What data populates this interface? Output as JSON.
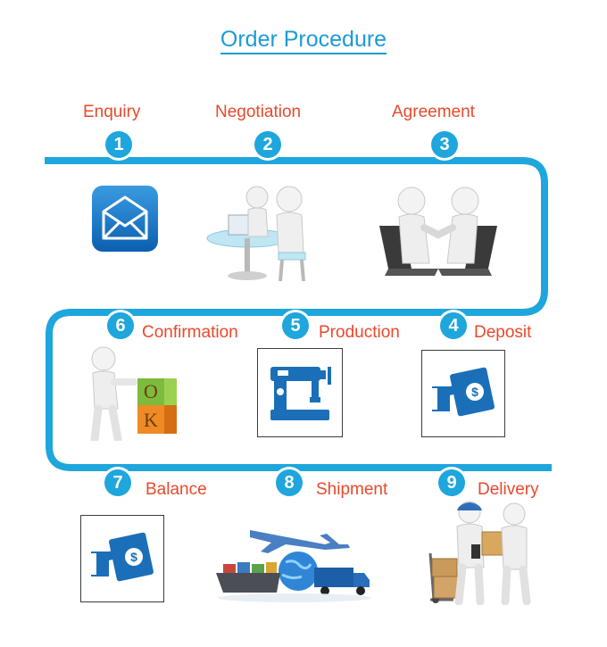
{
  "title": "Order Procedure",
  "colors": {
    "accent": "#1ea6dd",
    "label": "#e8492b",
    "icon": "#1b6fb8"
  },
  "steps": [
    {
      "num": "1",
      "label": "Enquiry",
      "icon": "mail-envelope-icon"
    },
    {
      "num": "2",
      "label": "Negotiation",
      "icon": "people-meeting-icon"
    },
    {
      "num": "3",
      "label": "Agreement",
      "icon": "handshake-laptops-icon"
    },
    {
      "num": "4",
      "label": "Deposit",
      "icon": "payment-hand-icon"
    },
    {
      "num": "5",
      "label": "Production",
      "icon": "sewing-machine-icon"
    },
    {
      "num": "6",
      "label": "Confirmation",
      "icon": "ok-blocks-icon"
    },
    {
      "num": "7",
      "label": "Balance",
      "icon": "payment-hand-icon"
    },
    {
      "num": "8",
      "label": "Shipment",
      "icon": "ship-plane-truck-icon"
    },
    {
      "num": "9",
      "label": "Delivery",
      "icon": "courier-delivery-icon"
    }
  ],
  "ok_letters": {
    "o": "O",
    "k": "K"
  }
}
